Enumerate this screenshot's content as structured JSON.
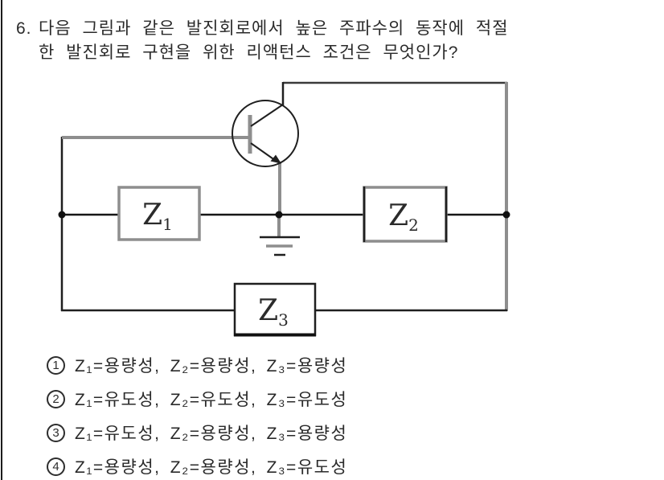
{
  "question": {
    "number": "6.",
    "line1": "다음 그림과 같은 발진회로에서 높은 주파수의 동작에 적절",
    "line2": "한 발진회로 구현을 위한 리액턴스 조건은 무엇인가?"
  },
  "circuit": {
    "type": "transistor-oscillator-three-impedance-diagram",
    "z1": {
      "main": "Z",
      "sub": "1"
    },
    "z2": {
      "main": "Z",
      "sub": "2"
    },
    "z3": {
      "main": "Z",
      "sub": "3"
    },
    "colors": {
      "wire_dark": "#1f1f1f",
      "wire_gray": "#8e8e8e",
      "box_border_gray": "#8e8e8e",
      "label": "#2b2b2b"
    }
  },
  "answers": [
    {
      "number": "1",
      "text": "Z₁=용량성, Z₂=용량성, Z₃=용량성"
    },
    {
      "number": "2",
      "text": "Z₁=유도성, Z₂=유도성, Z₃=유도성"
    },
    {
      "number": "3",
      "text": "Z₁=유도성, Z₂=용량성, Z₃=용량성"
    },
    {
      "number": "4",
      "text": "Z₁=용량성, Z₂=용량성, Z₃=유도성"
    }
  ]
}
